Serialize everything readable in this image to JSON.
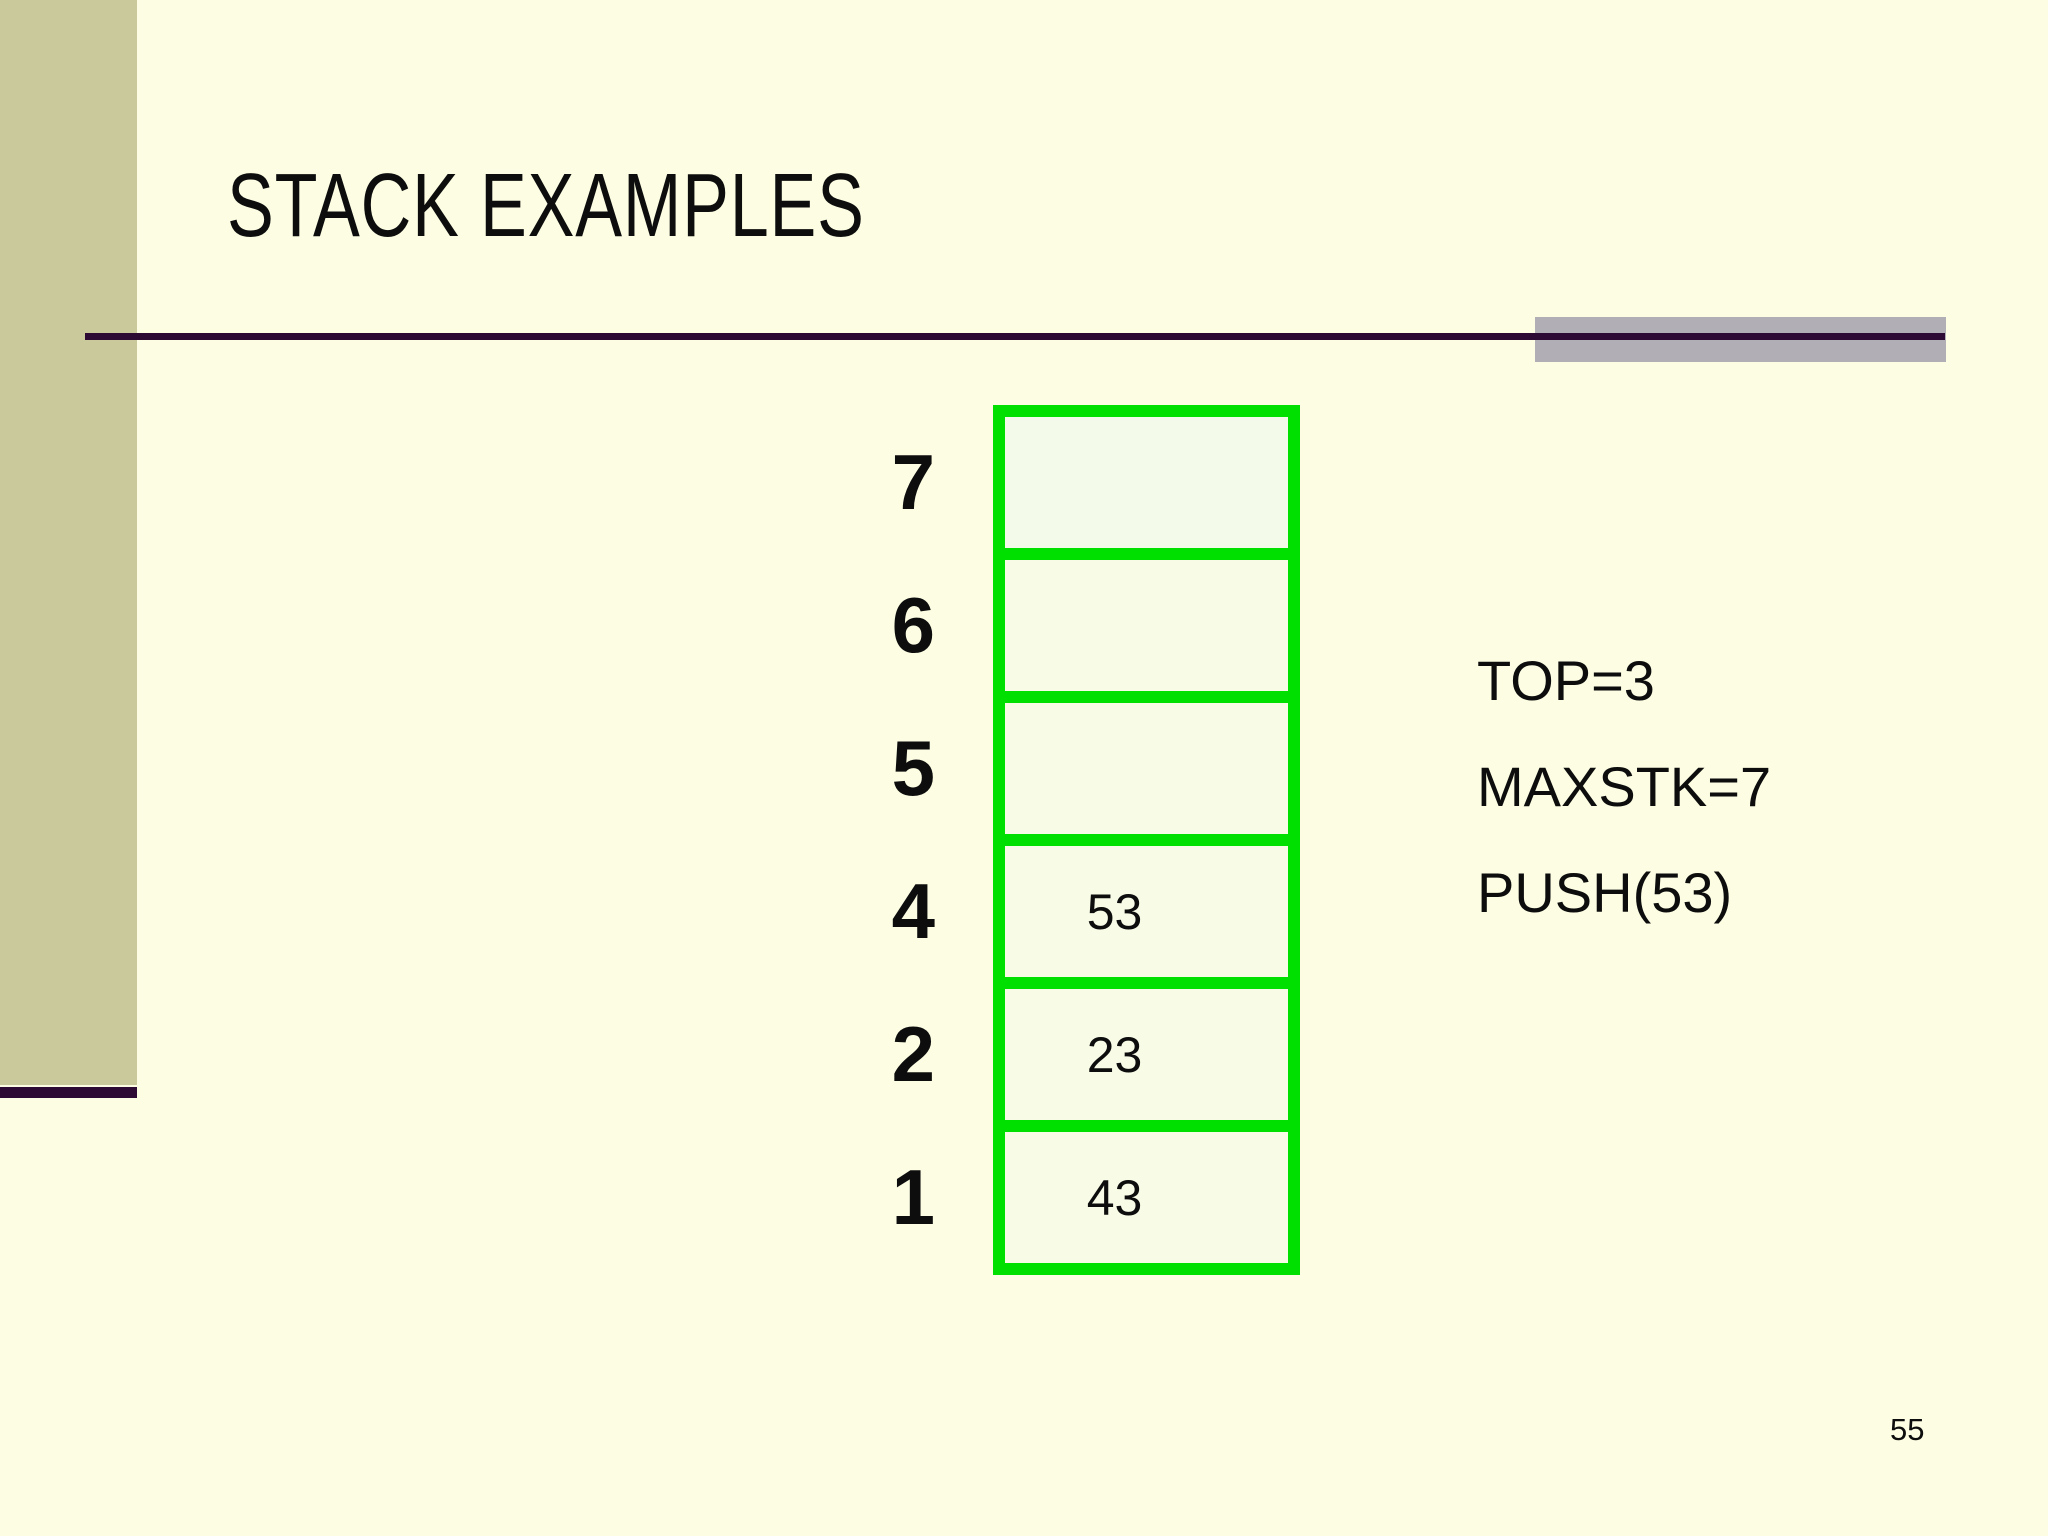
{
  "title": "STACK EXAMPLES",
  "stack": {
    "rows": [
      {
        "label": "7",
        "value": ""
      },
      {
        "label": "6",
        "value": ""
      },
      {
        "label": "5",
        "value": ""
      },
      {
        "label": "4",
        "value": "53"
      },
      {
        "label": "2",
        "value": "23"
      },
      {
        "label": "1",
        "value": "43"
      }
    ]
  },
  "annotations": [
    "TOP=3",
    "MAXSTK=7",
    "PUSH(53)"
  ],
  "page_number": "55",
  "colors": {
    "background": "#fcfde2",
    "sidebar": "#c9c99b",
    "line": "#2d0a33",
    "highlight": "#b1aeb6",
    "stack_border": "#00e000",
    "cell_fill": "#f8fbe6",
    "text": "#0d0d0d"
  }
}
